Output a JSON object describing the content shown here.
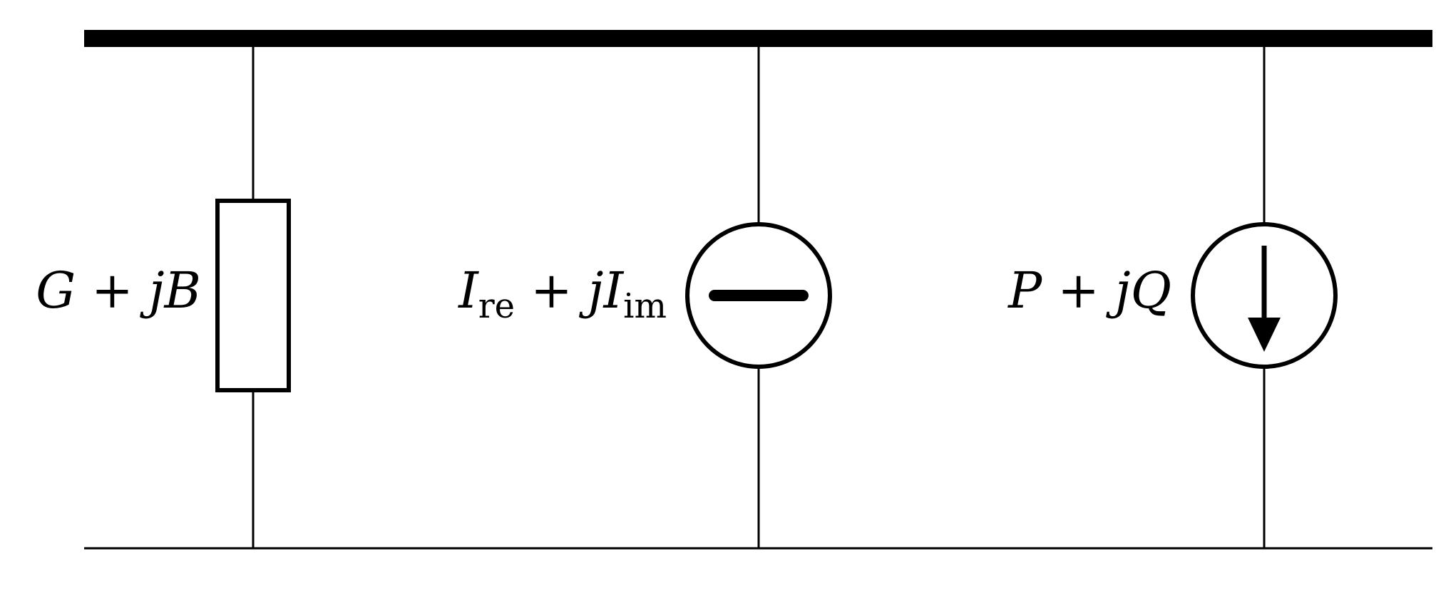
{
  "diagram": {
    "components": [
      {
        "kind": "impedance",
        "label": {
          "a": "G",
          "op": "+",
          "j": "j",
          "b": "B"
        }
      },
      {
        "kind": "current-source",
        "label": {
          "a": "I",
          "a_sub": "re",
          "op": "+",
          "j": "j",
          "b": "I",
          "b_sub": "im"
        }
      },
      {
        "kind": "power-injection",
        "label": {
          "a": "P",
          "op": "+",
          "j": "j",
          "b": "Q"
        }
      }
    ]
  }
}
